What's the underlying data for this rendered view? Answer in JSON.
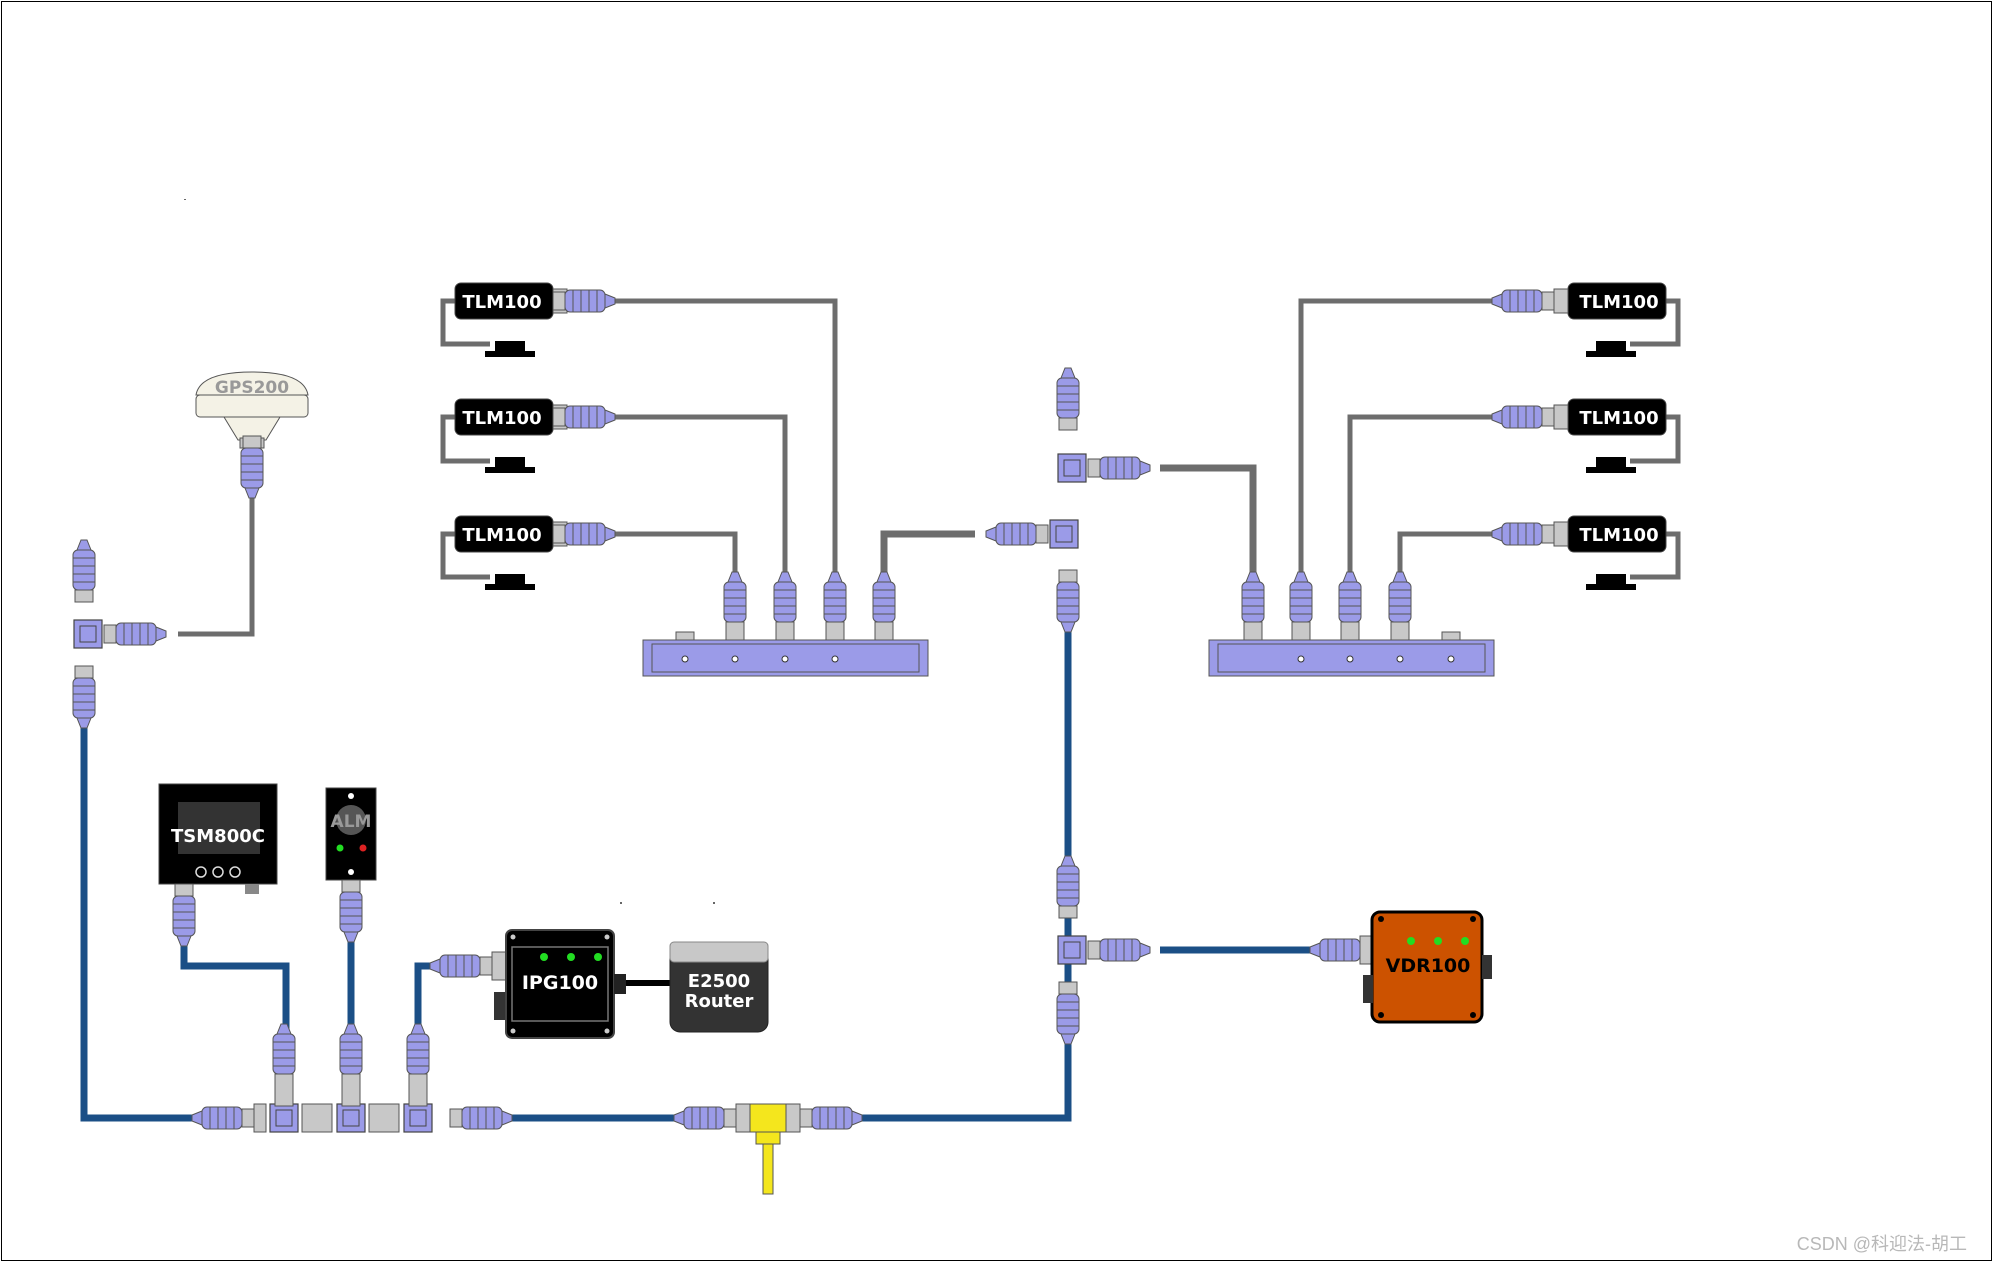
{
  "devices": {
    "tlm_left_1": "TLM100",
    "tlm_left_2": "TLM100",
    "tlm_left_3": "TLM100",
    "tlm_right_1": "TLM100",
    "tlm_right_2": "TLM100",
    "tlm_right_3": "TLM100",
    "gps": "GPS200",
    "tsm": "TSM800C",
    "alm": "ALM",
    "ipg": "IPG100",
    "router_line1": "E2500",
    "router_line2": "Router",
    "vdr": "VDR100"
  },
  "watermark": "CSDN @科迎法-胡工",
  "colors": {
    "backbone": "#1b4f86",
    "drop_cable": "#6d6d6d",
    "connector": "#9b9be8",
    "connector_gray": "#c8c8c8",
    "terminator": "#f4e61d",
    "vdr_body": "#cc5200",
    "led_green": "#22dd22",
    "led_red": "#dd2222"
  }
}
